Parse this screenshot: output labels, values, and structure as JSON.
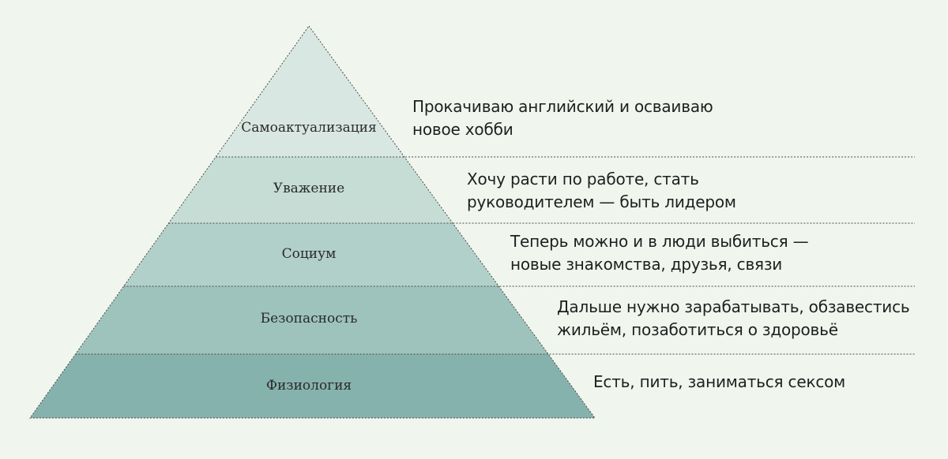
{
  "tiers": [
    {
      "label": "Самоактуализация",
      "description": [
        "Прокачиваю английский и осваиваю",
        "новое хобби"
      ],
      "color": "#d8e7e1"
    },
    {
      "label": "Уважение",
      "description": [
        "Хочу расти по работе, стать",
        "руководителем — быть лидером"
      ],
      "color": "#c6ddd6"
    },
    {
      "label": "Социум",
      "description": [
        "Теперь можно и в люди выбиться —",
        "новые знакомства, друзья, связи"
      ],
      "color": "#b1d0c9"
    },
    {
      "label": "Безопасность",
      "description": [
        "Дальше нужно зарабатывать, обзавестись",
        "жильём, позаботиться о здоровьё"
      ],
      "color": "#9dc3bc"
    },
    {
      "label": "Физиология",
      "description": [
        "Есть, пить, заниматься сексом"
      ],
      "color": "#86b2ad"
    }
  ],
  "colors": {
    "background": "#f0f6ee",
    "divider": "#4a4a4a",
    "text": "#1f1f1f"
  }
}
